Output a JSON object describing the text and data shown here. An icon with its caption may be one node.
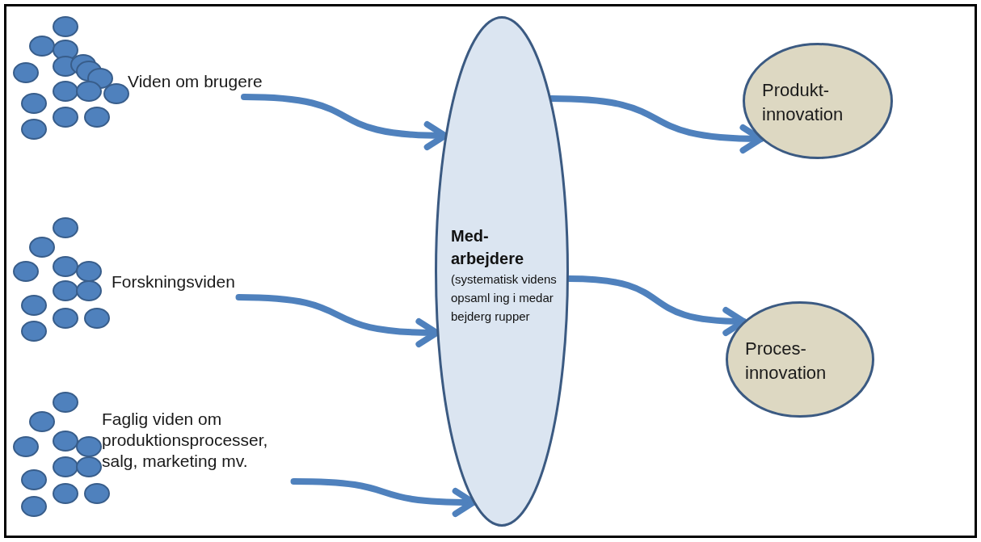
{
  "diagram": {
    "nodes": [
      {
        "text": [
          "Viden om brugere"
        ]
      },
      {
        "text": [
          "Forskningsviden"
        ]
      },
      {
        "text": [
          "Faglig viden om produktionsprocesser, salg, marketing mv."
        ]
      },
      {
        "text": [
          "Med- arbejdere",
          "(systematisk vidensopsaml ing i medarbejderg rupper"
        ]
      },
      {
        "text": [
          "Produkt- innovation"
        ]
      },
      {
        "text": [
          "Proces- innovation"
        ]
      }
    ],
    "edges": [
      {
        "from": 0,
        "to": 3,
        "arrow": "to"
      },
      {
        "from": 1,
        "to": 3,
        "arrow": "to"
      },
      {
        "from": 2,
        "to": 3,
        "arrow": "to"
      },
      {
        "from": 3,
        "to": 4,
        "arrow": "to"
      },
      {
        "from": 3,
        "to": 5,
        "arrow": "to"
      }
    ]
  }
}
